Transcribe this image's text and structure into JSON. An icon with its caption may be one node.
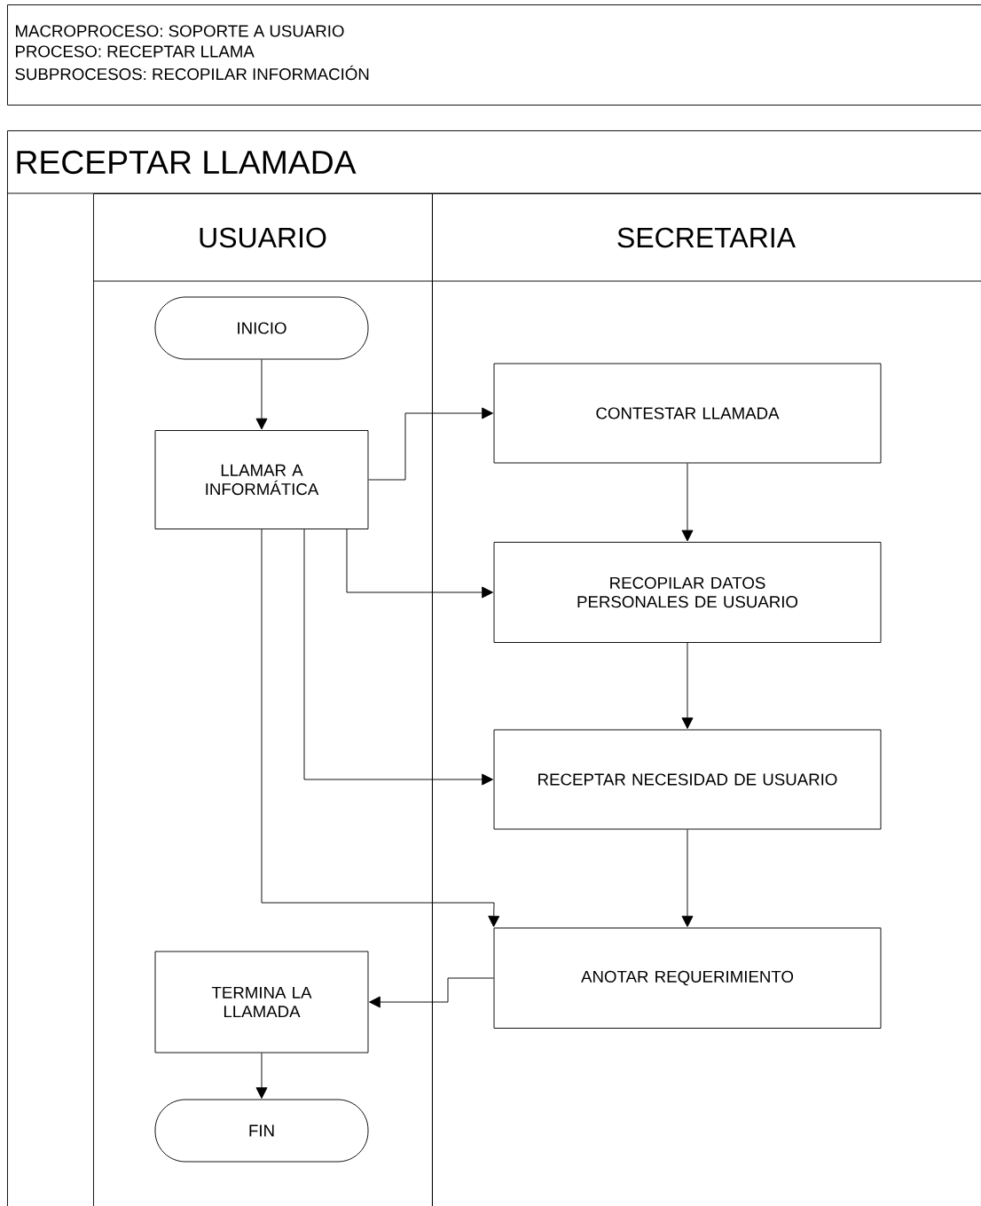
{
  "diagram": {
    "nodes": [
      {
        "text": [
          "MACROPROCESO: SOPORTE A USUARIO",
          "PROCESO: RECEPTAR LLAMA",
          "SUBPROCESOS: RECOPILAR INFORMACIÓN"
        ]
      },
      {
        "text": [
          "RECEPTAR LLAMADA"
        ]
      },
      {
        "text": [
          "USUARIO"
        ],
        "in": 1
      },
      {
        "text": [
          "SECRETARIA"
        ],
        "in": 1
      },
      {
        "text": [
          "INICIO"
        ],
        "in": 2
      },
      {
        "text": [
          "LLAMAR A INFORMÁTICA"
        ],
        "in": 2
      },
      {
        "text": [
          "CONTESTAR LLAMADA"
        ],
        "in": 3
      },
      {
        "text": [
          "RECOPILAR DATOS PERSONALES DE USUARIO"
        ],
        "in": 3
      },
      {
        "text": [
          "RECEPTAR NECESIDAD DE USUARIO"
        ],
        "in": 3
      },
      {
        "text": [
          "ANOTAR REQUERIMIENTO"
        ],
        "in": 3
      },
      {
        "text": [
          "TERMINA LA LLAMADA"
        ],
        "in": 2
      },
      {
        "text": [
          "FIN"
        ],
        "in": 2
      }
    ],
    "edges": [
      {
        "from": 4,
        "to": 5,
        "arrow": "to"
      },
      {
        "from": 5,
        "to": 6,
        "arrow": "to"
      },
      {
        "from": 6,
        "to": 7,
        "arrow": "to"
      },
      {
        "from": 5,
        "to": 7,
        "arrow": "to"
      },
      {
        "from": 7,
        "to": 8,
        "arrow": "to"
      },
      {
        "from": 5,
        "to": 8,
        "arrow": "to"
      },
      {
        "from": 8,
        "to": 9,
        "arrow": "to"
      },
      {
        "from": 5,
        "to": 9,
        "arrow": "to"
      },
      {
        "from": 9,
        "to": 10,
        "arrow": "to"
      },
      {
        "from": 10,
        "to": 11,
        "arrow": "to"
      }
    ]
  }
}
